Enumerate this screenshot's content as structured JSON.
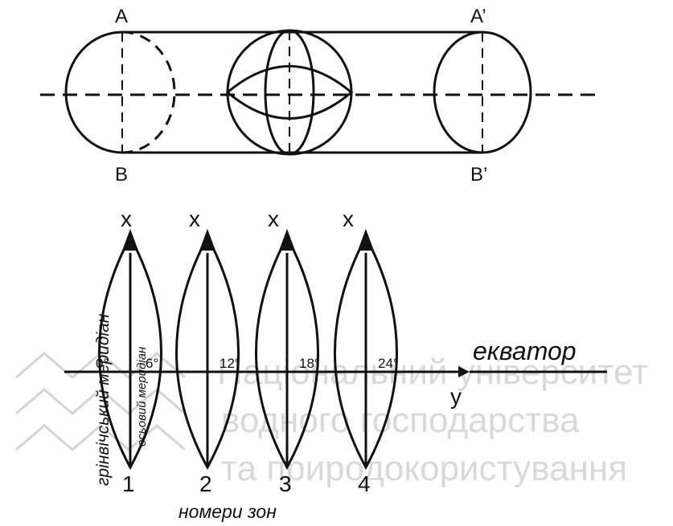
{
  "top_figure": {
    "labels": {
      "a": "A",
      "a_prime": "A’",
      "b": "B",
      "b_prime": "B’"
    }
  },
  "zones": {
    "axis_x_label": "x",
    "axis_y_label": "y",
    "equator_label": "екватор",
    "greenwich_label": "грінвічський меридіан",
    "axial_label": "осьовий меридіан",
    "zone_numbers_caption": "номери зон",
    "items": [
      {
        "number": "1",
        "degree": "0°",
        "degree_right": "6°"
      },
      {
        "number": "2",
        "degree": "12°"
      },
      {
        "number": "3",
        "degree": "18°"
      },
      {
        "number": "4",
        "degree": "24°"
      }
    ]
  },
  "watermark": {
    "lines": [
      "Національний університет",
      "водного господарства",
      "та природокористування"
    ]
  }
}
